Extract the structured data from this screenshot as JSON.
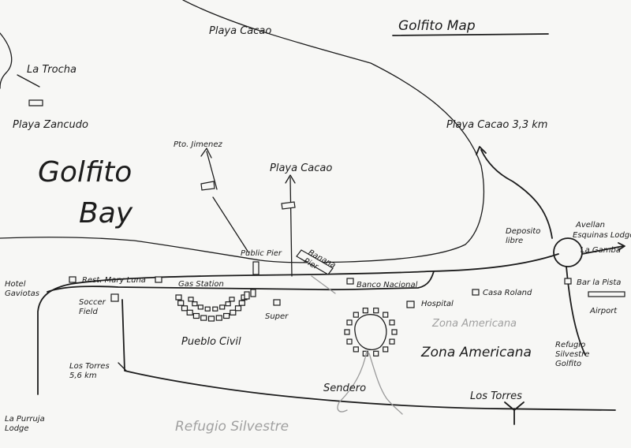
{
  "map": {
    "title": "Golfito Map",
    "bay": {
      "line1": "Golfito",
      "line2": "Bay"
    },
    "labels": {
      "playa_cacao_top": "Playa Cacao",
      "la_trocha": "La Trocha",
      "playa_zancudo": "Playa Zancudo",
      "pto_jimenez": "Pto. Jimenez",
      "playa_cacao_mid": "Playa Cacao",
      "playa_cacao_distance": "Playa Cacao   3,3 km",
      "public_pier": "Public Pier",
      "banana_pier": "Banana Pier",
      "deposito_libre": "Deposito libre",
      "avellan": "Avellan",
      "esquinas_lodge": "Esquinas Lodge",
      "la_gamba": "La Gamba",
      "bar_la_pista": "Bar la Pista",
      "airport": "Airport",
      "hotel_gaviotas": "Hotel Gaviotas",
      "rest_mary_luna": "Rest. Mary Luna",
      "gas_station": "Gas Station",
      "banco_nacional": "Banco Nacional",
      "casa_roland": "Casa Roland",
      "hospital": "Hospital",
      "super": "Super",
      "soccer_field": "Soccer Field",
      "pueblo_civil": "Pueblo Civil",
      "zona_americana_faint": "Zona Americana",
      "zona_americana": "Zona Americana",
      "refugio_golfito": "Refugio Silvestre Golfito",
      "los_torres_distance": "Los Torres 5,6 km",
      "sendero": "Sendero",
      "los_torres": "Los Torres",
      "la_purruja_lodge": "La Purruja Lodge",
      "refugio_silvestre": "Refugio Silvestre"
    },
    "ink_color": "#1c1c1c",
    "paper_color": "#f7f7f5"
  }
}
